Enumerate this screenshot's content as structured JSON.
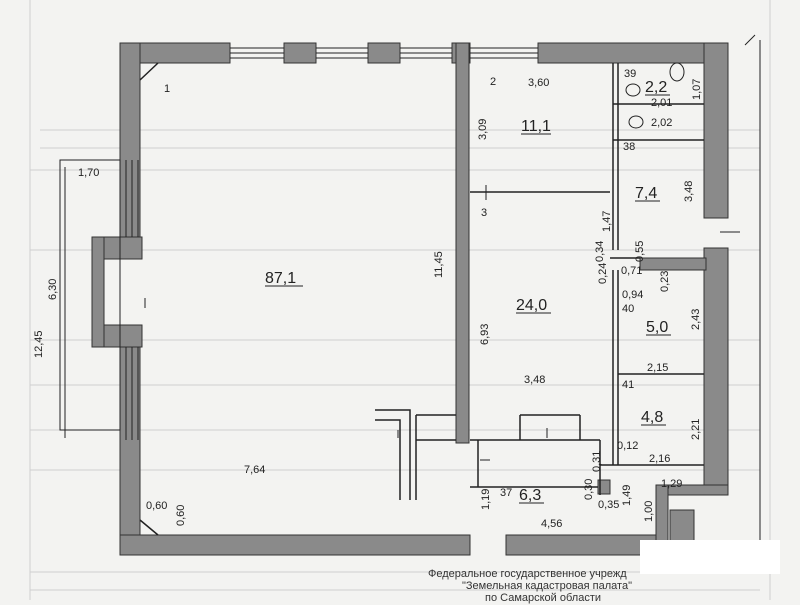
{
  "rooms": [
    {
      "num": "1",
      "area": "87,1"
    },
    {
      "num": "2",
      "area": "11,1"
    },
    {
      "num": "3",
      "area": "24,0"
    },
    {
      "num": "37",
      "area": "6,3"
    },
    {
      "num": "38",
      "area": "7,4"
    },
    {
      "num": "39",
      "area": "2,2"
    },
    {
      "num": "40",
      "area": "5,0"
    },
    {
      "num": "41",
      "area": "4,8"
    }
  ],
  "dimensions": {
    "d_1_70": "1,70",
    "d_6_30": "6,30",
    "d_12_45": "12,45",
    "d_11_45": "11,45",
    "d_7_64": "7,64",
    "d_0_60a": "0,60",
    "d_0_60b": "0,60",
    "d_3_60": "3,60",
    "d_3_09": "3,09",
    "d_3_48_r": "3,48",
    "d_2_01": "2,01",
    "d_2_02": "2,02",
    "d_1_07": "1,07",
    "d_1_47": "1,47",
    "d_0_34": "0,34",
    "d_0_55": "0,55",
    "d_0_71": "0,71",
    "d_0_24": "0,24",
    "d_0_94": "0,94",
    "d_0_23": "0,23",
    "d_2_43": "2,43",
    "d_6_93": "6,93",
    "d_3_48_c": "3,48",
    "d_2_15": "2,15",
    "d_2_21": "2,21",
    "d_2_16": "2,16",
    "d_0_12": "0,12",
    "d_0_31": "0,31",
    "d_1_29": "1,29",
    "d_1_19": "1,19",
    "d_0_30": "0,30",
    "d_0_35": "0,35",
    "d_1_49": "1,49",
    "d_1_00": "1,00",
    "d_4_56": "4,56"
  },
  "stamp": {
    "line1": "Федеральное государственное учрежд",
    "line2": "\"Земельная кадастровая палата\"",
    "line3": "по Самарской области"
  },
  "colors": {
    "wall": "#8a8a8a",
    "wall_stroke": "#333333",
    "paper": "#f3f3f1",
    "line": "#222222"
  }
}
